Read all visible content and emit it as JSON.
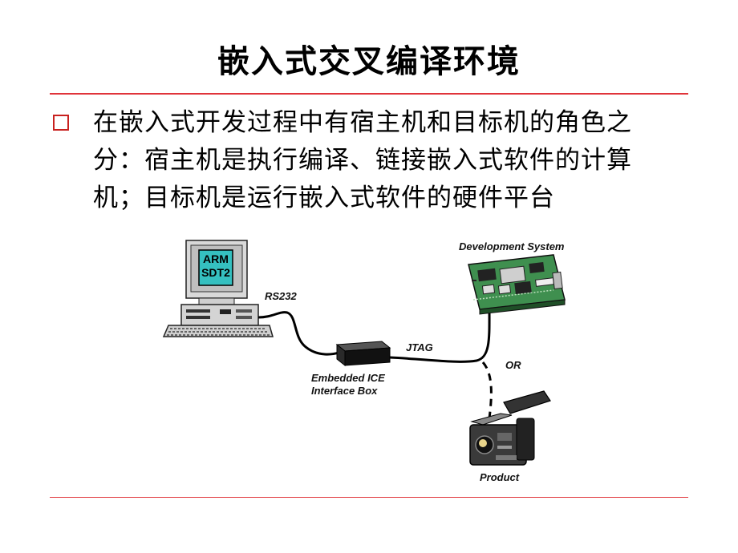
{
  "slide": {
    "title": "嵌入式交叉编译环境",
    "bullet": "在嵌入式开发过程中有宿主机和目标机的角色之分：宿主机是执行编译、链接嵌入式软件的计算机；目标机是运行嵌入式软件的硬件平台"
  },
  "diagram": {
    "screen_line1": "ARM",
    "screen_line2": "SDT2",
    "rs232": "RS232",
    "dev_system": "Development System",
    "jtag": "JTAG",
    "or": "OR",
    "ice_line1": "Embedded ICE",
    "ice_line2": "Interface Box",
    "product": "Product"
  },
  "colors": {
    "accent": "#e0343a",
    "screen": "#35c0c0",
    "board": "#3f8f4f"
  }
}
